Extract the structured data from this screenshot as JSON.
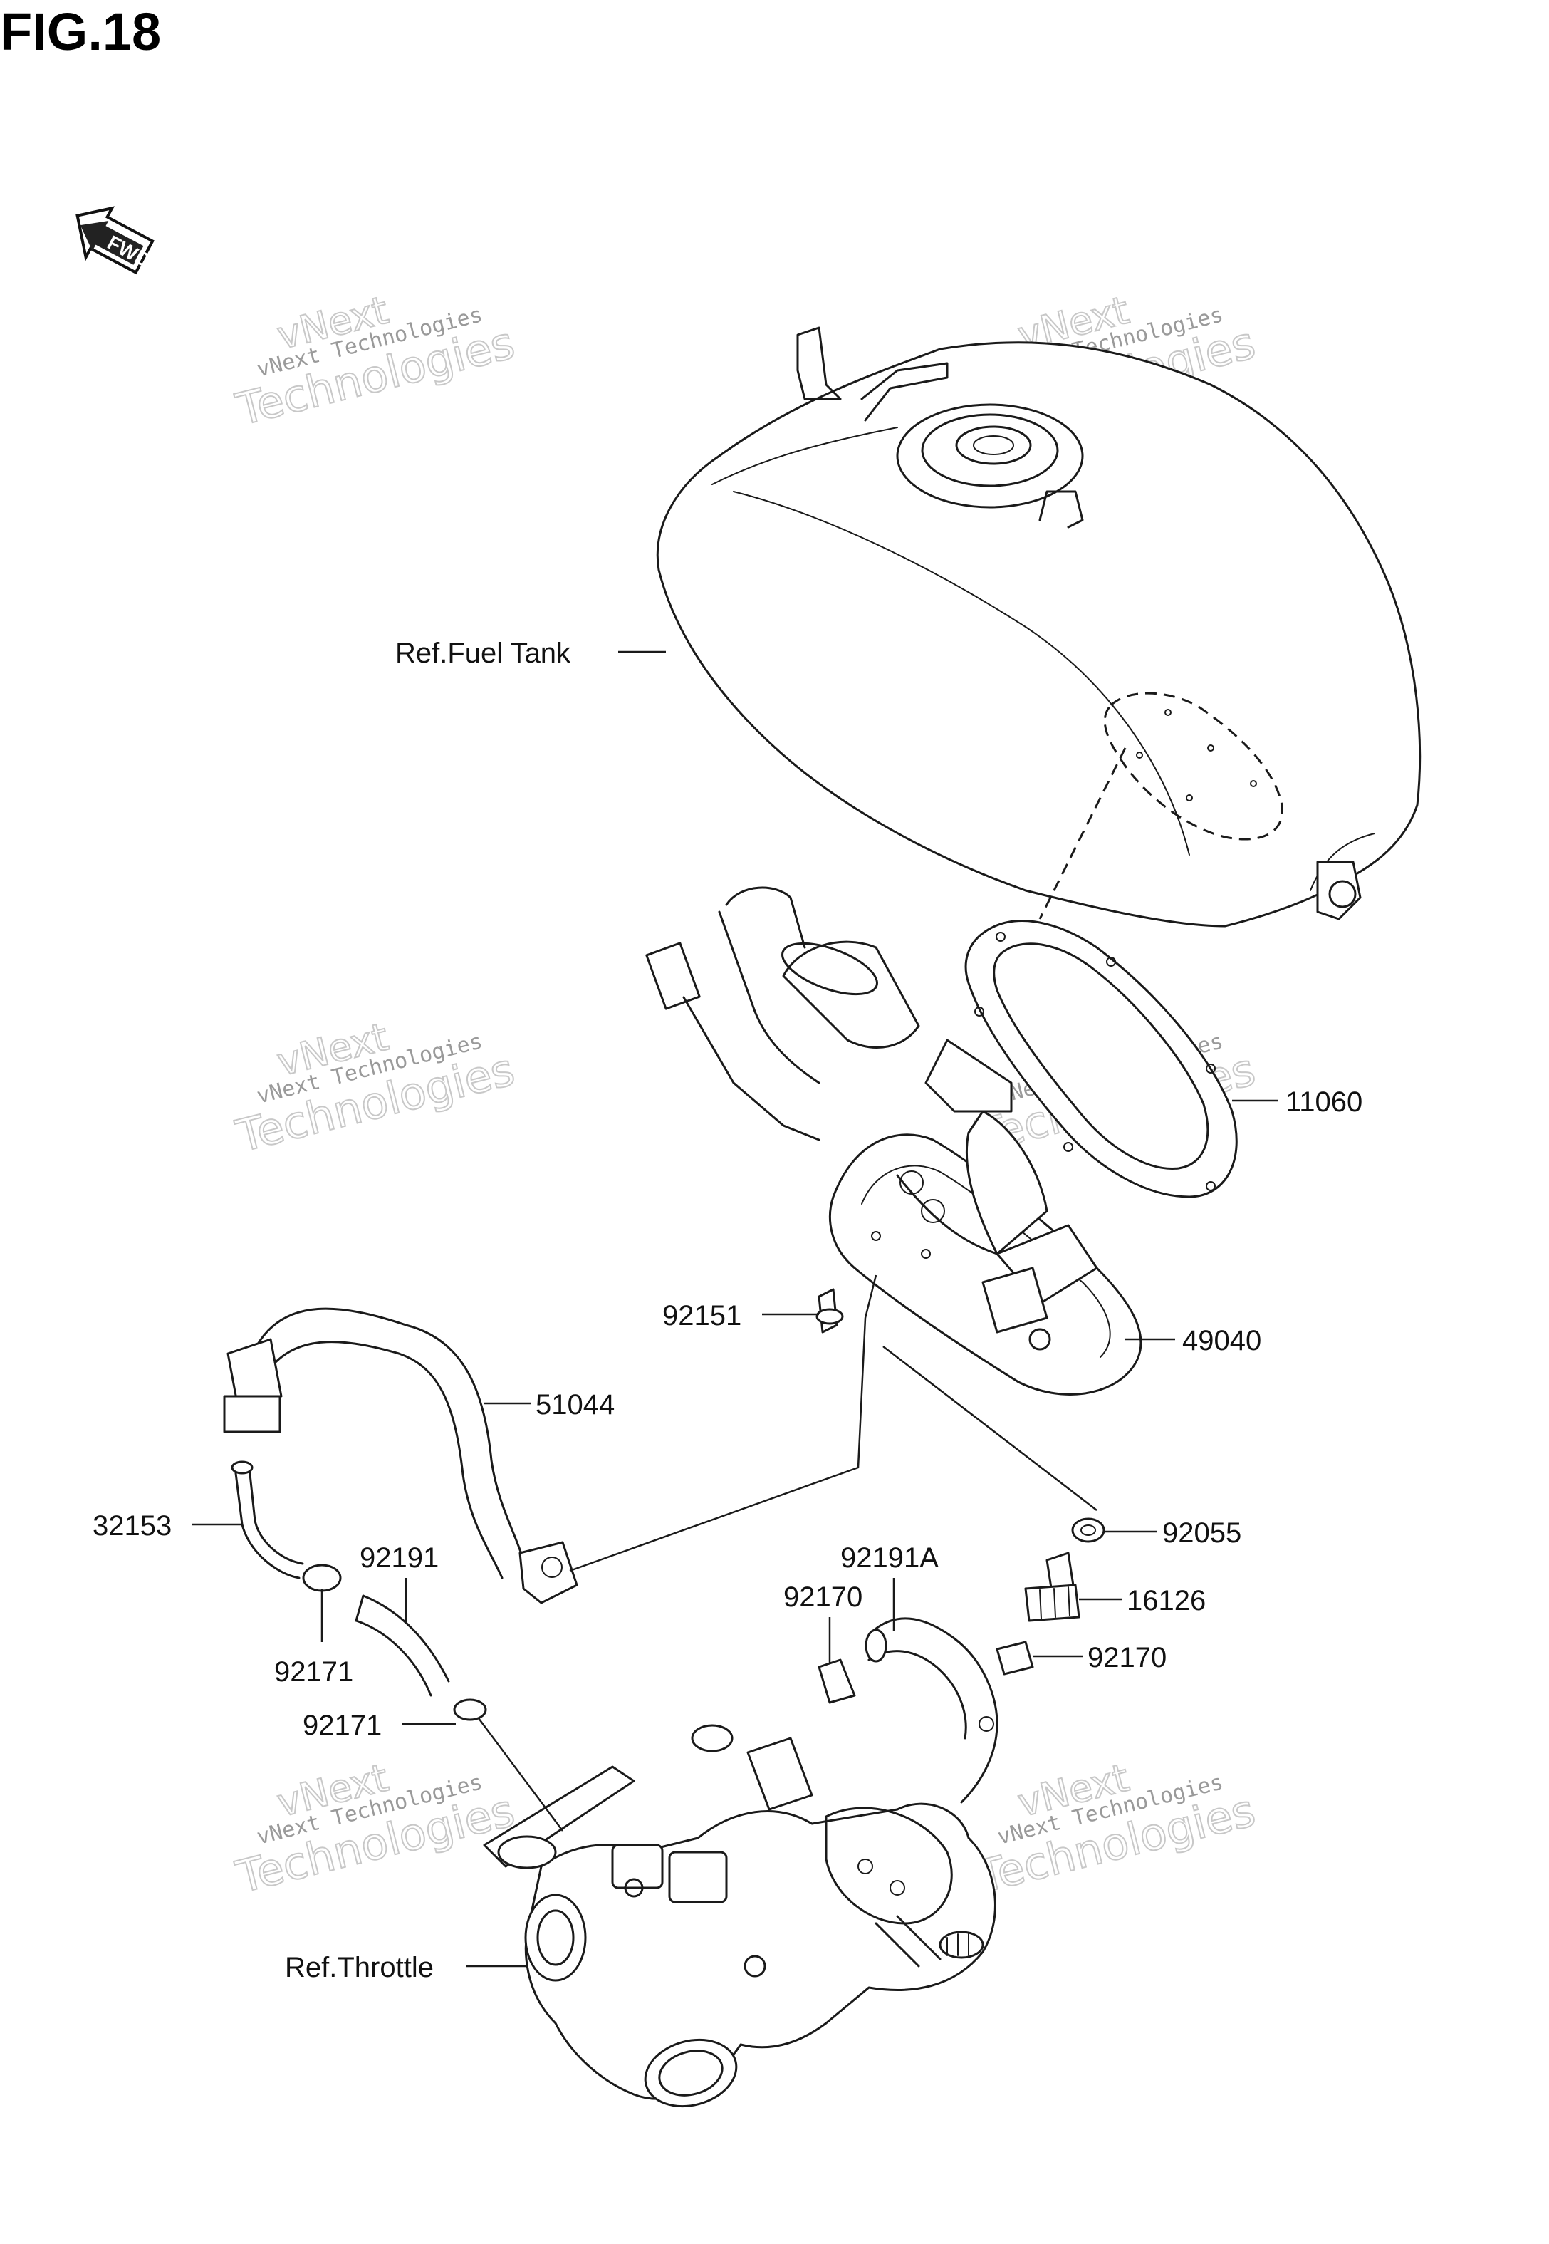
{
  "figure": {
    "title": "FIG.18"
  },
  "direction_badge": {
    "label": "FWD",
    "icon": "forward-arrow-icon"
  },
  "watermark": {
    "line1": "vNext",
    "line2": "vNext Technologies",
    "line3": "Technologies"
  },
  "callouts": {
    "fuel_tank": "Ref.Fuel Tank",
    "p11060": "11060",
    "p92151": "92151",
    "p49040": "49040",
    "p51044": "51044",
    "p32153": "32153",
    "p92191": "92191",
    "p92055": "92055",
    "p92191a": "92191A",
    "p92170a": "92170",
    "p16126": "16126",
    "p92170b": "92170",
    "p92171a": "92171",
    "p92171b": "92171",
    "throttle": "Ref.Throttle"
  },
  "colors": {
    "line": "#1a1a1a",
    "background": "#ffffff",
    "watermark": "#9a9a9a"
  }
}
